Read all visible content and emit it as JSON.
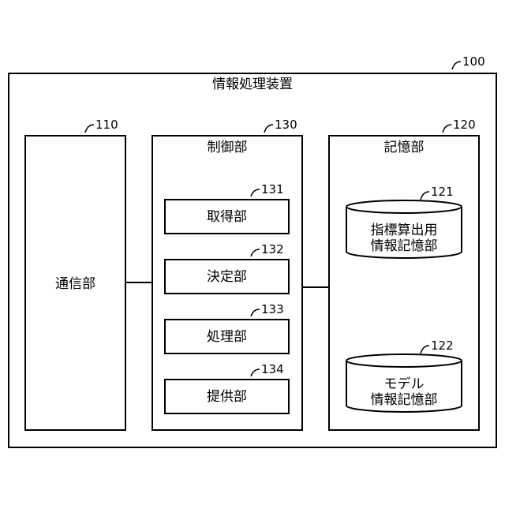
{
  "device": {
    "title": "情報処理装置",
    "ref": "100"
  },
  "communication": {
    "label": "通信部",
    "ref": "110"
  },
  "control": {
    "label": "制御部",
    "ref": "130",
    "units": [
      {
        "label": "取得部",
        "ref": "131"
      },
      {
        "label": "決定部",
        "ref": "132"
      },
      {
        "label": "処理部",
        "ref": "133"
      },
      {
        "label": "提供部",
        "ref": "134"
      }
    ]
  },
  "storage": {
    "label": "記憶部",
    "ref": "120",
    "databases": [
      {
        "line1": "指標算出用",
        "line2": "情報記憶部",
        "ref": "121"
      },
      {
        "line1": "モデル",
        "line2": "情報記憶部",
        "ref": "122"
      }
    ]
  }
}
